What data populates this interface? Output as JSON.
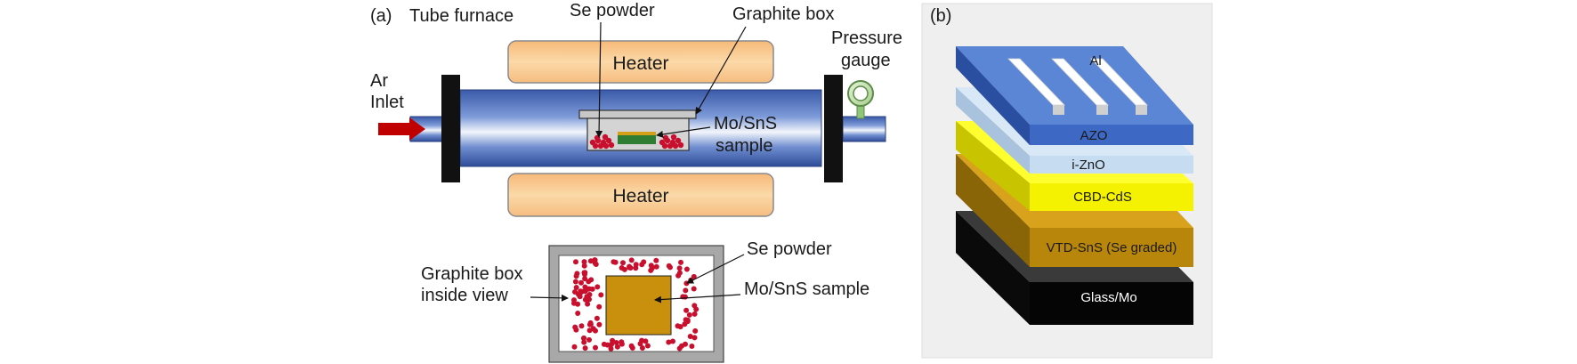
{
  "panel_a": {
    "label": "(a)",
    "tube_furnace": "Tube furnace",
    "heater_top": "Heater",
    "heater_bottom": "Heater",
    "ar_inlet": [
      "Ar",
      "Inlet"
    ],
    "se_powder_top": "Se powder",
    "graphite_box": "Graphite box",
    "pressure_gauge": [
      "Pressure",
      "gauge"
    ],
    "sample": [
      "Mo/SnS",
      "sample"
    ],
    "inside_view_label": [
      "Graphite box",
      "inside view"
    ],
    "se_powder_inset": "Se powder",
    "sample_inset": "Mo/SnS sample"
  },
  "panel_b": {
    "label": "(b)",
    "layers": {
      "al": "Al",
      "azo": "AZO",
      "izno": "i-ZnO",
      "cds": "CBD-CdS",
      "sns": "VTD-SnS (Se graded)",
      "substrate": "Glass/Mo"
    }
  },
  "colors": {
    "heater": "#f9c78d",
    "tube": "#3c5fb8",
    "flange": "#111111",
    "arrow": "#c00000",
    "se_particle": "#c8102e",
    "sample_fill": "#c8900c",
    "al": "#4a7bd0",
    "izno": "#c6dcf0",
    "cds": "#f5f200",
    "sns": "#b8860b",
    "glass": "#101010"
  }
}
